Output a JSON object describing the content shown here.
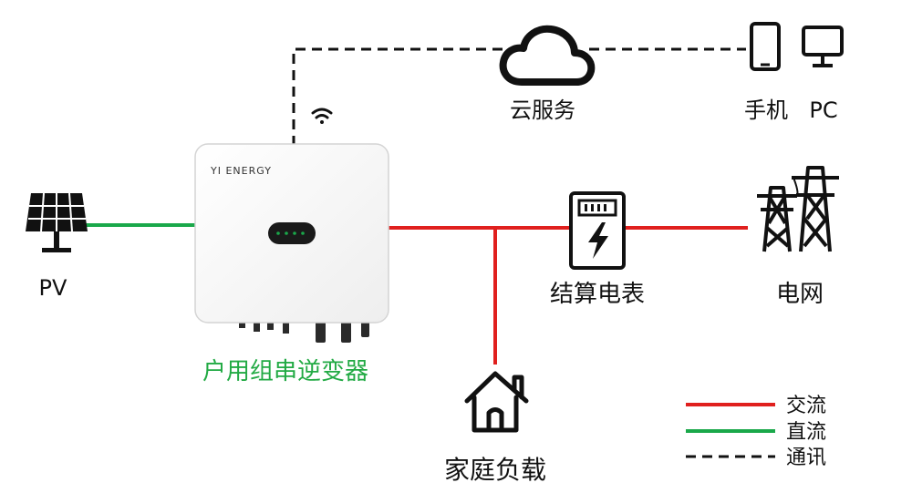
{
  "colors": {
    "ac": "#e0201e",
    "dc": "#1aa84a",
    "comm": "#111111",
    "inverter_label": "#22aa44"
  },
  "nodes": {
    "cloud": {
      "label": "云服务",
      "icon": "cloud-icon"
    },
    "phone": {
      "label": "手机",
      "icon": "smartphone-icon"
    },
    "pc": {
      "label": "PC",
      "icon": "monitor-icon"
    },
    "pv": {
      "label": "PV",
      "icon": "solar-panel-icon"
    },
    "inverter": {
      "label": "户用组串逆变器",
      "brand": "YI ENERGY",
      "icon": "inverter-icon"
    },
    "meter": {
      "label": "结算电表",
      "icon": "meter-icon"
    },
    "grid": {
      "label": "电网",
      "icon": "transmission-tower-icon"
    },
    "home": {
      "label": "家庭负载",
      "icon": "house-icon"
    },
    "wifi": {
      "icon": "wifi-icon"
    }
  },
  "legend": {
    "ac": "交流",
    "dc": "直流",
    "comm": "通讯"
  }
}
